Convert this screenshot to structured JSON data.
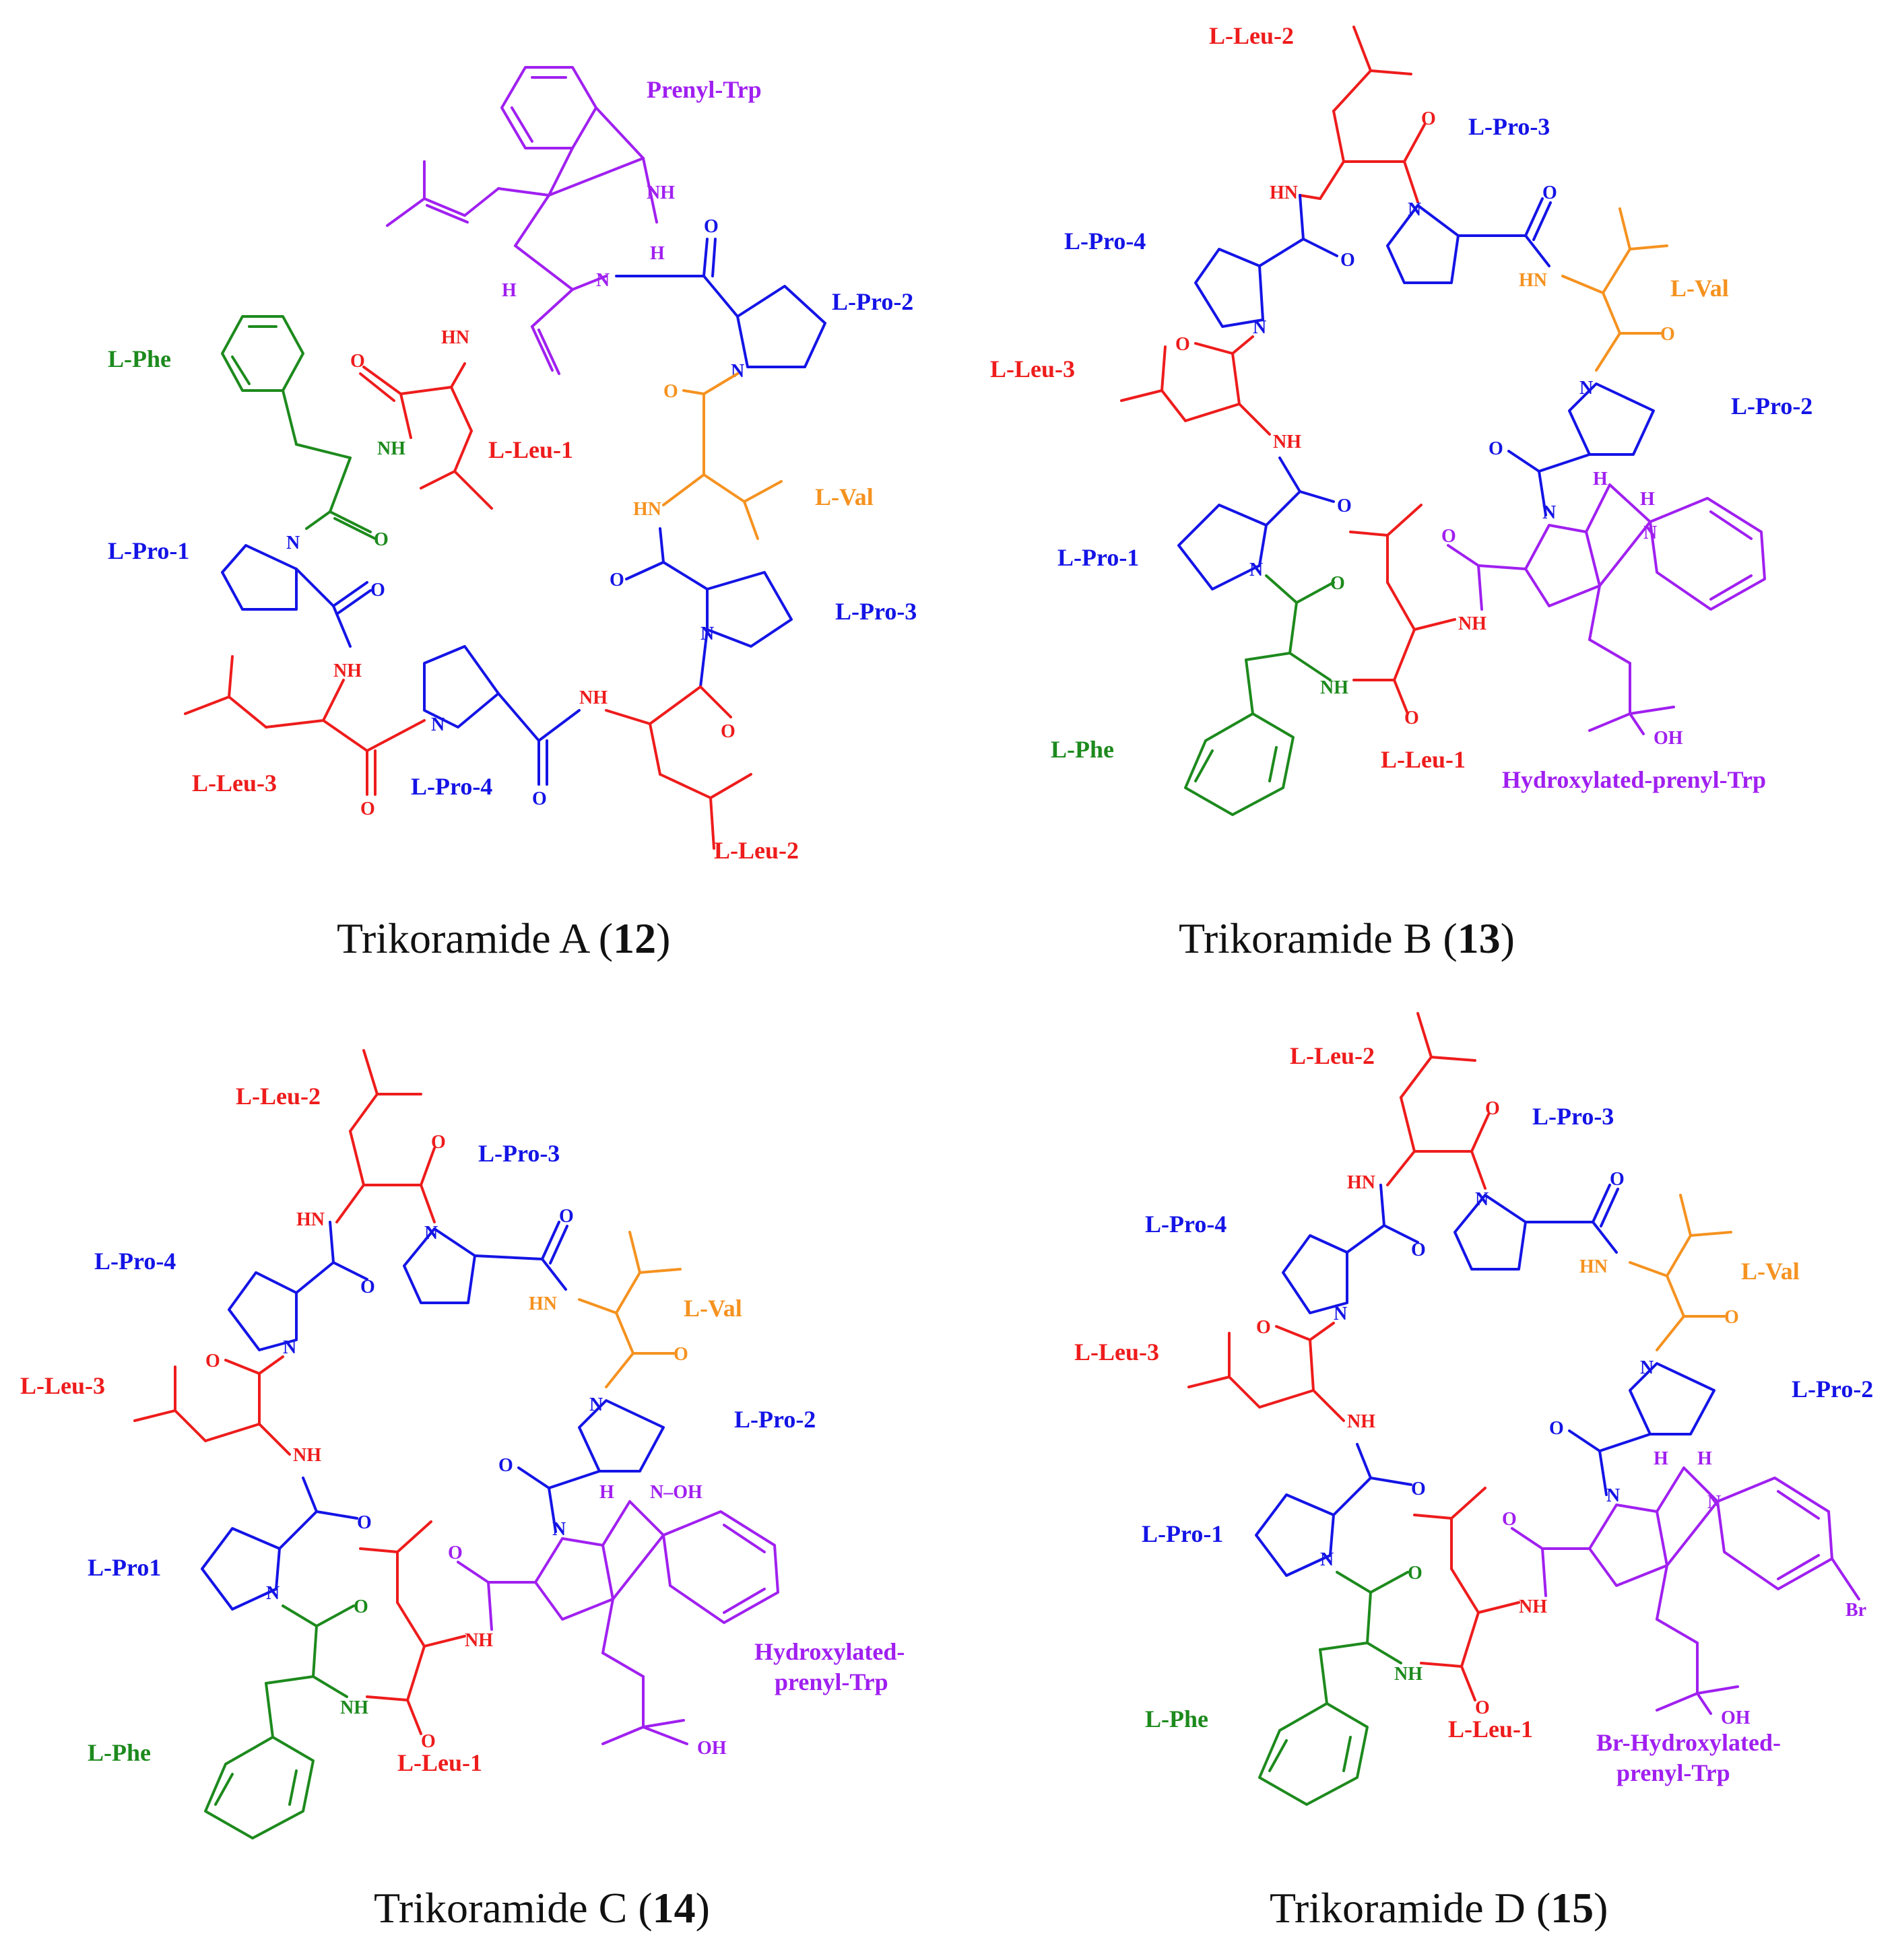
{
  "colors": {
    "red": "#ee1c1c",
    "blue": "#1414e6",
    "green": "#1d8a1d",
    "orange": "#f59220",
    "purple": "#a020f0",
    "black": "#111111"
  },
  "captions": {
    "a": {
      "name": "Trikoramide  A (",
      "num": "12",
      "close": ")"
    },
    "b": {
      "name": "Trikoramide  B (",
      "num": "13",
      "close": ")"
    },
    "c": {
      "name": "Trikoramide  C (",
      "num": "14",
      "close": ")"
    },
    "d": {
      "name": "Trikoramide  D (",
      "num": "15",
      "close": ")"
    }
  },
  "residues": {
    "a": {
      "prenyl_trp": "Prenyl-Trp",
      "pro2": "L-Pro-2",
      "phe": "L-Phe",
      "leu1": "L-Leu-1",
      "val": "L-Val",
      "pro1": "L-Pro-1",
      "pro3": "L-Pro-3",
      "leu3": "L-Leu-3",
      "pro4": "L-Pro-4",
      "leu2": "L-Leu-2"
    },
    "b": {
      "leu2": "L-Leu-2",
      "pro3": "L-Pro-3",
      "pro4": "L-Pro-4",
      "val": "L-Val",
      "leu3": "L-Leu-3",
      "pro2": "L-Pro-2",
      "pro1": "L-Pro-1",
      "phe": "L-Phe",
      "leu1": "L-Leu-1",
      "trp": "Hydroxylated-prenyl-Trp"
    },
    "c": {
      "leu2": "L-Leu-2",
      "pro3": "L-Pro-3",
      "pro4": "L-Pro-4",
      "val": "L-Val",
      "leu3": "L-Leu-3",
      "pro2": "L-Pro-2",
      "pro1": "L-Pro1",
      "trp1": "Hydroxylated-",
      "trp2": "prenyl-Trp",
      "phe": "L-Phe",
      "leu1": "L-Leu-1"
    },
    "d": {
      "leu2": "L-Leu-2",
      "pro3": "L-Pro-3",
      "pro4": "L-Pro-4",
      "val": "L-Val",
      "leu3": "L-Leu-3",
      "pro2": "L-Pro-2",
      "pro1": "L-Pro-1",
      "phe": "L-Phe",
      "leu1": "L-Leu-1",
      "trp1": "Br-Hydroxylated-",
      "trp2": "prenyl-Trp"
    }
  },
  "atoms": {
    "NH": "NH",
    "HN": "HN",
    "N": "N",
    "O": "O",
    "H": "H",
    "OH": "OH",
    "Br": "Br",
    "N_OH": "N–OH"
  }
}
